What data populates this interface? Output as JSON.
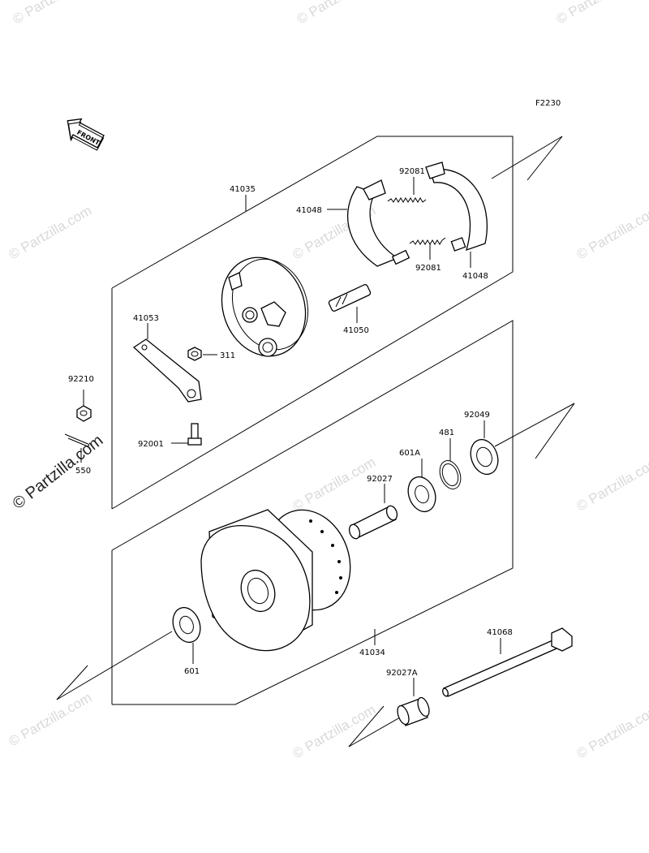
{
  "figure_code": "F2230",
  "front_badge": "FRONT",
  "watermark": {
    "short": "© Partzilla.com",
    "main": "© Partzilla.com"
  },
  "parts": {
    "p41035": "41035",
    "p41048_top": "41048",
    "p92081_top": "92081",
    "p92081_bot": "92081",
    "p41048_bot": "41048",
    "p41050": "41050",
    "p41053": "41053",
    "p311": "311",
    "p92210": "92210",
    "p92001": "92001",
    "p550": "550",
    "p92049": "92049",
    "p481": "481",
    "p601A": "601A",
    "p92027": "92027",
    "p41034": "41034",
    "p601": "601",
    "p41068": "41068",
    "p92027A": "92027A"
  }
}
